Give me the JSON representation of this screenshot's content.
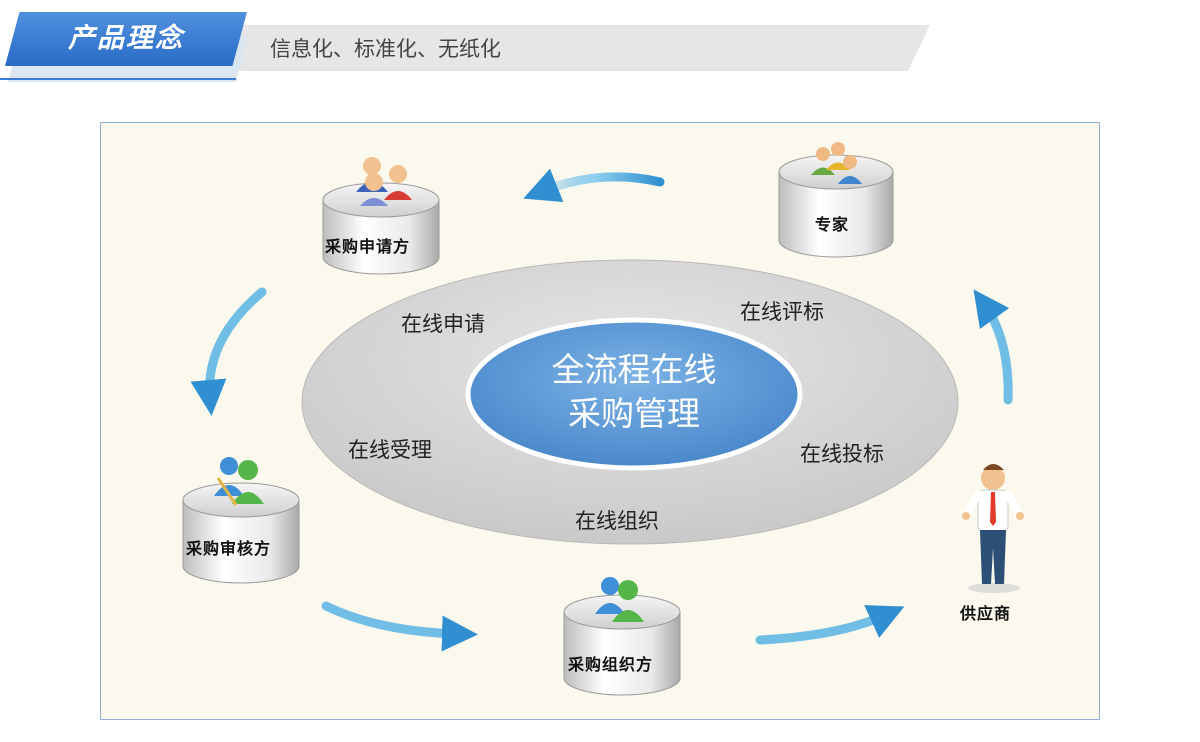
{
  "header": {
    "title": "产品理念",
    "subtitle": "信息化、标准化、无纸化"
  },
  "diagram": {
    "center": {
      "line1": "全流程在线",
      "line2": "采购管理"
    },
    "ring_labels": {
      "apply": "在线申请",
      "evaluate": "在线评标",
      "accept": "在线受理",
      "bid": "在线投标",
      "organize": "在线组织"
    },
    "nodes": {
      "requester": "采购申请方",
      "expert": "专家",
      "reviewer": "采购审核方",
      "organizer": "采购组织方",
      "supplier": "供应商"
    }
  },
  "colors": {
    "accent": "#2a6cc7",
    "ellipse_outer": "#d4d4d4",
    "ellipse_center": "#5b9bd8",
    "arrow": "#3fa6dd"
  }
}
